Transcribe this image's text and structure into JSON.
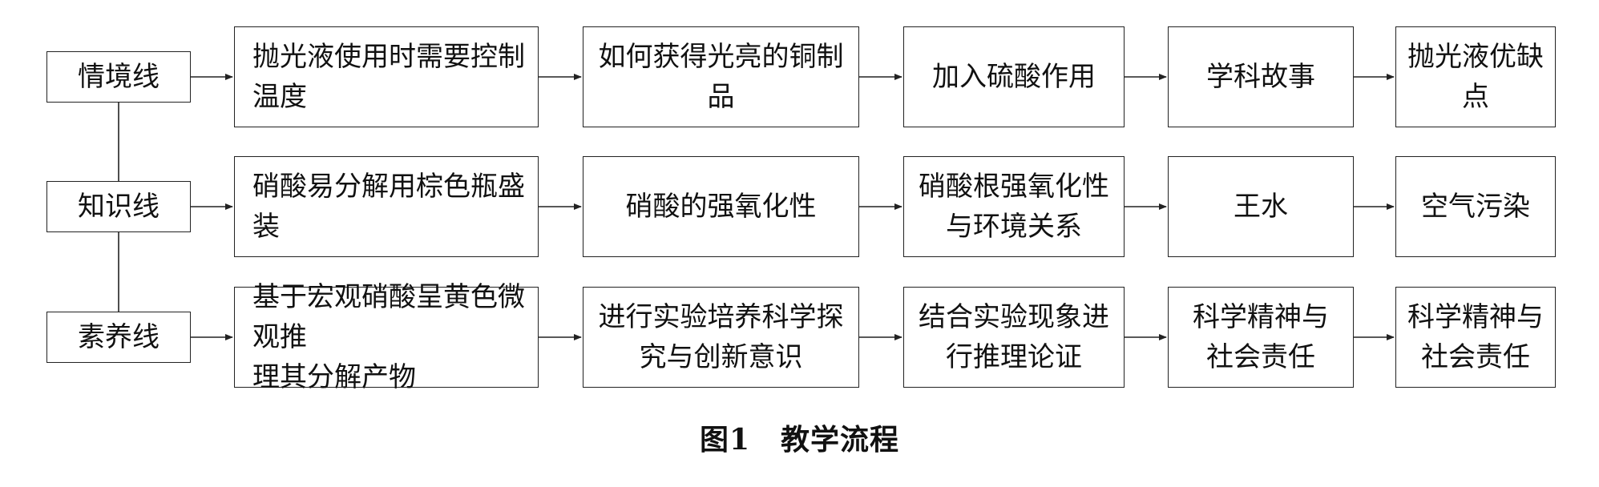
{
  "lines": [
    {
      "label": "情境线",
      "steps": [
        "抛光液使用时需要控制温度",
        "如何获得光亮的铜制品",
        "加入硫酸作用",
        "学科故事",
        "抛光液优缺点"
      ]
    },
    {
      "label": "知识线",
      "steps": [
        "硝酸易分解用棕色瓶盛装",
        "硝酸的强氧化性",
        "硝酸根强氧化性与环境关系",
        "王水",
        "空气污染"
      ]
    },
    {
      "label": "素养线",
      "steps": [
        "基于宏观硝酸呈黄色微观推理其分解产物",
        "进行实验培养科学探究与创新意识",
        "结合实验现象进行推理论证",
        "科学精神与社会责任",
        "科学精神与社会责任"
      ]
    }
  ],
  "caption": {
    "figure": "图1",
    "title": "教学流程"
  }
}
